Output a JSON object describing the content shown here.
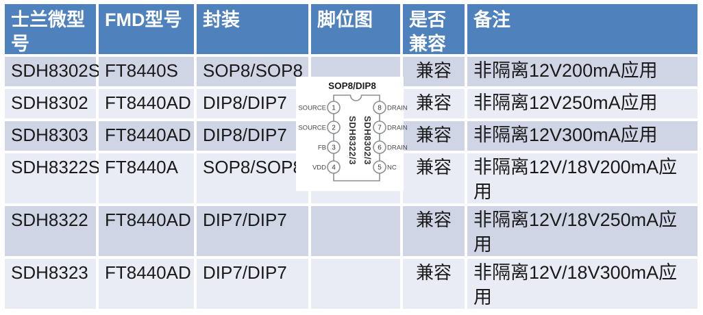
{
  "colors": {
    "header_bg": "#4F81BD",
    "header_text": "#FFFFFF",
    "band_dark": "#CFD5E4",
    "band_light": "#E9ECF4",
    "body_text": "#1A1A1A",
    "diagram_line": "#8A8F94"
  },
  "table": {
    "headers": [
      "士兰微型号",
      "FMD型号",
      "封装",
      "脚位图",
      "是否兼容",
      "备注"
    ],
    "rows": [
      {
        "silan_model": "SDH8302S",
        "fmd_model": "FT8440S",
        "package": "SOP8/SOP8",
        "compatible": "兼容",
        "remark": "非隔离12V200mA应用"
      },
      {
        "silan_model": "SDH8302",
        "fmd_model": "FT8440AD",
        "package": "DIP8/DIP7",
        "compatible": "兼容",
        "remark": "非隔离12V250mA应用"
      },
      {
        "silan_model": "SDH8303",
        "fmd_model": "FT8440AD",
        "package": "DIP8/DIP7",
        "compatible": "兼容",
        "remark": "非隔离12V300mA应用"
      },
      {
        "silan_model": "SDH8322S",
        "fmd_model": "FT8440A",
        "package": "SOP8/SOP8",
        "compatible": "兼容",
        "remark": "非隔离12V/18V200mA应用"
      },
      {
        "silan_model": "SDH8322",
        "fmd_model": "FT8440AD",
        "package": "DIP7/DIP7",
        "compatible": "兼容",
        "remark": "非隔离12V/18V250mA应用"
      },
      {
        "silan_model": "SDH8323",
        "fmd_model": "FT8440AD",
        "package": "DIP7/DIP7",
        "compatible": "兼容",
        "remark": "非隔离12V/18V300mA应用"
      }
    ]
  },
  "pin_diagram": {
    "title": "SOP8/DIP8",
    "left_pins": [
      {
        "num": "1",
        "label": "SOURCE"
      },
      {
        "num": "2",
        "label": "SOURCE"
      },
      {
        "num": "3",
        "label": "FB"
      },
      {
        "num": "4",
        "label": "VDD"
      }
    ],
    "right_pins": [
      {
        "num": "8",
        "label": "DRAIN"
      },
      {
        "num": "7",
        "label": "DRAIN"
      },
      {
        "num": "6",
        "label": "DRAIN"
      },
      {
        "num": "5",
        "label": "NC"
      }
    ],
    "center_labels": [
      "SDH8322/3",
      "SDH8302/3"
    ]
  }
}
